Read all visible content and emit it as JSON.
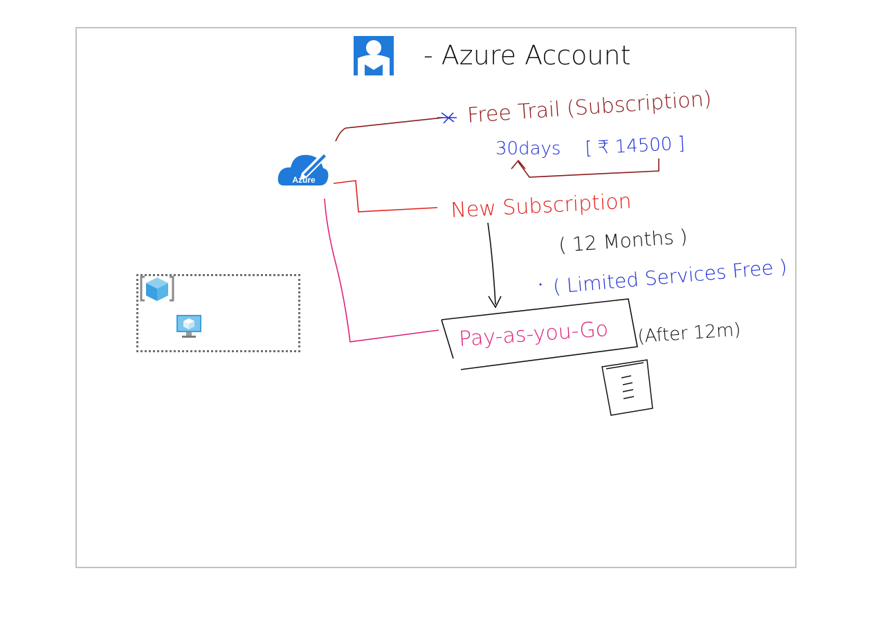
{
  "header": {
    "title": "- Azure Account"
  },
  "azure_logo": {
    "label": "Azure"
  },
  "branches": {
    "free_trial": {
      "label": "Free Trail (Subscription)",
      "duration": "30days",
      "credit": "[ ₹ 14500 ]"
    },
    "new_subscription": {
      "label": "New Subscription",
      "months": "( 12 Months )",
      "note": "( Limited Services Free )"
    },
    "pay_as_you_go": {
      "label": "Pay-as-you-Go",
      "after": "(After 12m)"
    }
  },
  "colors": {
    "frame_border": "#c2c2c2",
    "free_trial_ink": "#8b1a1a",
    "blue_ink": "#1f2fd6",
    "red_ink": "#e0201c",
    "pink_ink": "#e0207a",
    "black_ink": "#111111",
    "azure_blue": "#1f7ad9"
  },
  "icons": {
    "logo": "person-logo-icon",
    "azure": "azure-cloud-edit-icon",
    "resource_group": "resource-group-cube-icon",
    "virtual_machine": "virtual-machine-icon",
    "document": "document-icon"
  }
}
